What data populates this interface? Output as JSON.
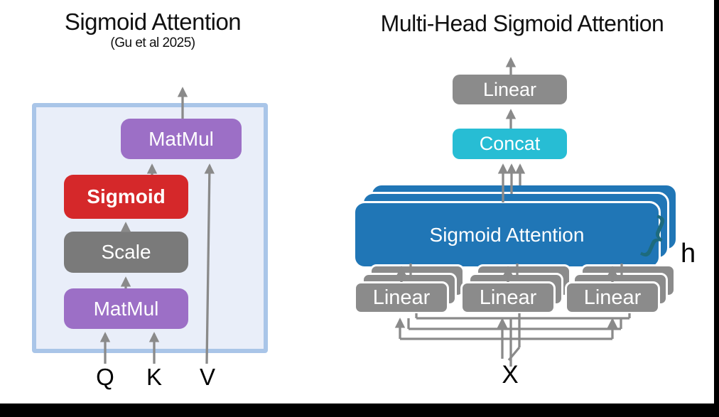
{
  "left_panel": {
    "title": "Sigmoid Attention",
    "subtitle": "(Gu et al 2025)",
    "matmul_top": "MatMul",
    "sigmoid": "Sigmoid",
    "scale": "Scale",
    "matmul_bottom": "MatMul",
    "inputs": [
      "Q",
      "K",
      "V"
    ]
  },
  "right_panel": {
    "title": "Multi-Head Sigmoid Attention",
    "output_linear": "Linear",
    "concat": "Concat",
    "attention": "Sigmoid Attention",
    "projection_linears": [
      "Linear",
      "Linear",
      "Linear"
    ],
    "head_count_label": "h",
    "brace_glyph": "}",
    "input_label": "X"
  },
  "colors": {
    "purple": "#9c6fc6",
    "red": "#d5282a",
    "gray-dark": "#7a7a7a",
    "gray-light": "#8b8b8b",
    "cyan": "#27bdd4",
    "blue": "#2076b6",
    "container-fill": "#e9eef9",
    "container-border": "#a9c5e8",
    "wire": "#8a8a8a",
    "brace": "#1d6b7e",
    "text": "#111111"
  }
}
